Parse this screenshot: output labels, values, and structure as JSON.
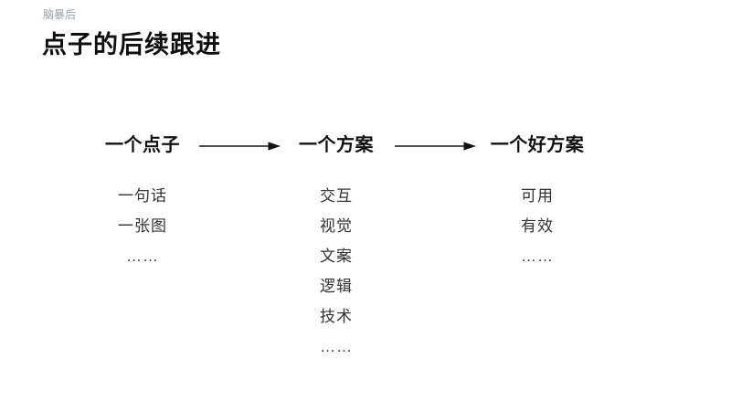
{
  "slide": {
    "tag": "脑暴后",
    "title": "点子的后续跟进"
  },
  "flow": {
    "columns": [
      {
        "header": "一个点子",
        "items": [
          "一句话",
          "一张图",
          "……"
        ]
      },
      {
        "header": "一个方案",
        "items": [
          "交互",
          "视觉",
          "文案",
          "逻辑",
          "技术",
          "……"
        ]
      },
      {
        "header": "一个好方案",
        "items": [
          "可用",
          "有效",
          "……"
        ]
      }
    ],
    "arrows": [
      {
        "name": "arrow-idea-to-plan"
      },
      {
        "name": "arrow-plan-to-goodplan"
      }
    ]
  },
  "colors": {
    "background": "#ffffff",
    "title_text": "#0f0f0f",
    "tag_text": "#99a0a7",
    "item_text": "#333333",
    "arrow": "#111111"
  }
}
